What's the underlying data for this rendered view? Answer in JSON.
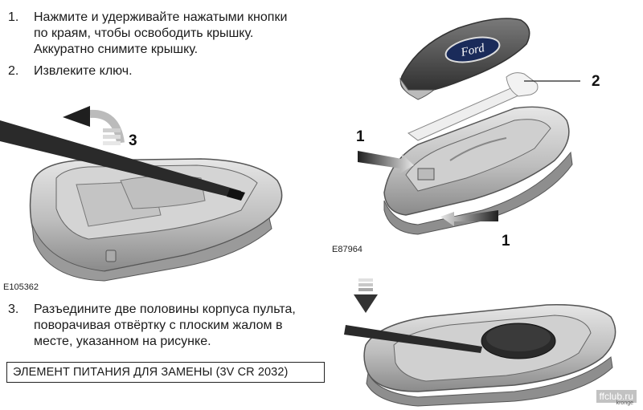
{
  "instructions": {
    "steps": [
      {
        "number": "1.",
        "text": "Нажмите и удерживайте нажатыми кнопки по краям, чтобы освободить крышку. Аккуратно снимите крышку."
      },
      {
        "number": "2.",
        "text": "Извлеките ключ."
      },
      {
        "number": "3.",
        "text": "Разъедините две половины корпуса пульта, поворачивая отвёртку с плоским жалом в месте, указанном на рисунке."
      }
    ],
    "battery_note": "ЭЛЕМЕНТ ПИТАНИЯ ДЛЯ ЗАМЕНЫ (3V CR 2032)"
  },
  "figures": {
    "left": {
      "code": "E105362",
      "callout": "3"
    },
    "right": {
      "code": "E87964",
      "callouts": [
        "1",
        "2",
        "1"
      ],
      "logo": "Ford"
    }
  },
  "watermark": "ffclub.ru",
  "author": "kronge"
}
